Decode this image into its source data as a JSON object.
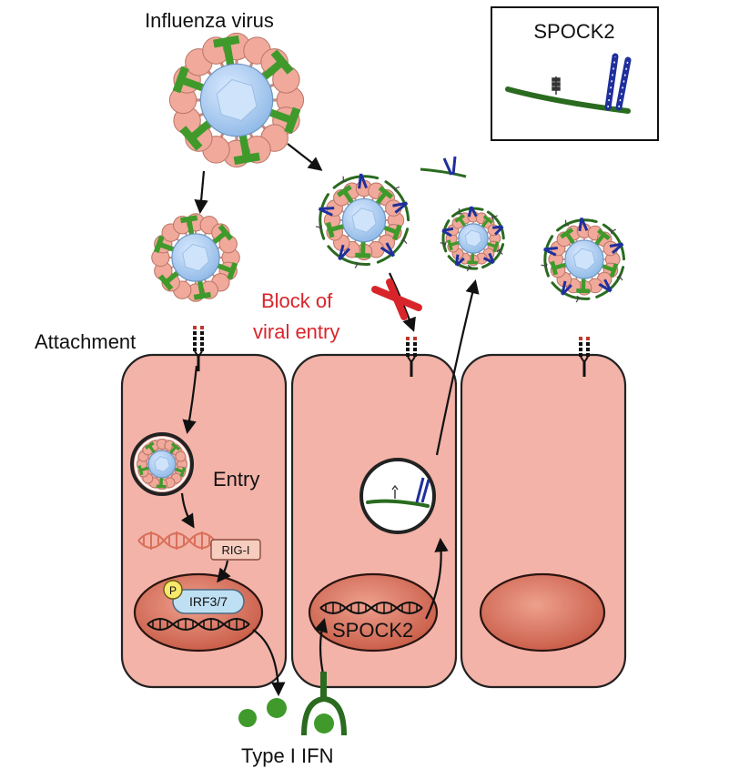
{
  "labels": {
    "influenza": "Influenza virus",
    "legend": "SPOCK2",
    "attachment": "Attachment",
    "entry": "Entry",
    "block_line1": "Block of",
    "block_line2": "viral entry",
    "rigi": "RIG-I",
    "irf": "IRF3/7",
    "p": "P",
    "spock2_gene": "SPOCK2",
    "ifn": "Type I IFN"
  },
  "colors": {
    "cell": "#f3b3a8",
    "nucleus": "#d9705a",
    "virus_core": "#a9cdf2",
    "virus_bead": "#f0a99a",
    "hemagglutinin": "#3f9a2b",
    "spock2_core": "#2a6b1f",
    "spock2_chain": "#1f2f9c",
    "block": "#d8252b",
    "irf": "#bfe0f3",
    "p_badge": "#f7e96a"
  }
}
